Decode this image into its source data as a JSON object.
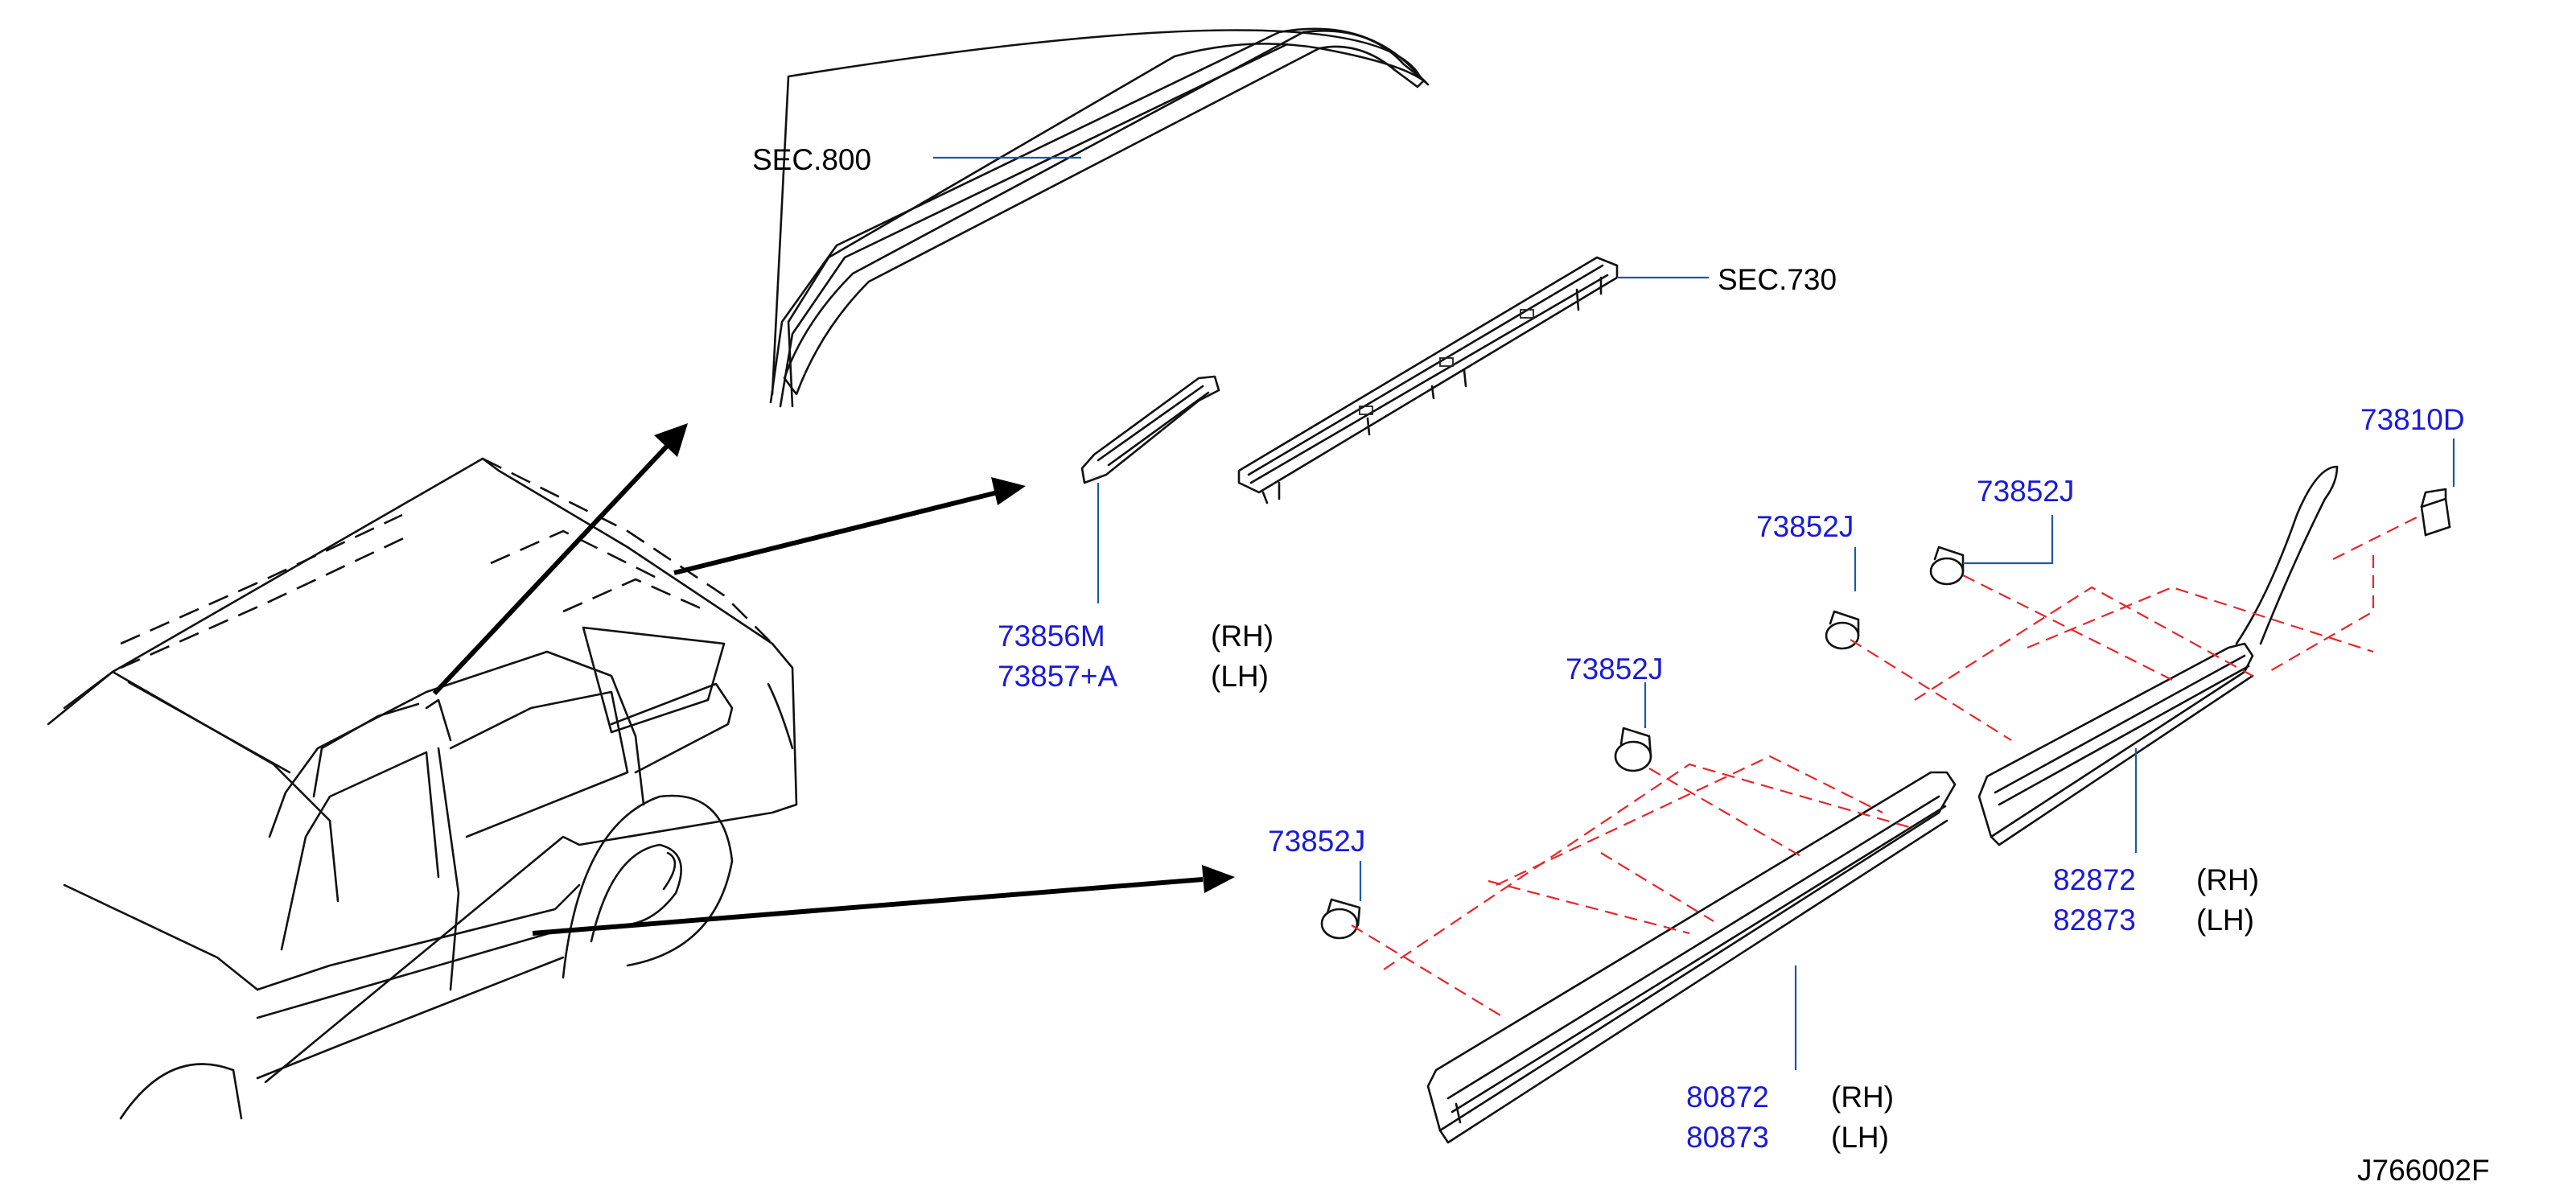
{
  "diagram_id": "J766002F",
  "section_refs": {
    "roof_rail": "SEC.800",
    "roof_rack": "SEC.730"
  },
  "parts": {
    "roof_drip_moulding": {
      "number_rh": "73856M",
      "side_rh": "(RH)",
      "number_lh": "73857+A",
      "side_lh": "(LH)"
    },
    "clip_1": {
      "number": "73852J"
    },
    "clip_2": {
      "number": "73852J"
    },
    "clip_3": {
      "number": "73852J"
    },
    "clip_4": {
      "number": "73852J"
    },
    "end_cap": {
      "number": "73810D"
    },
    "rear_door_moulding": {
      "number_rh": "82872",
      "side_rh": "(RH)",
      "number_lh": "82873",
      "side_lh": "(LH)"
    },
    "front_door_moulding": {
      "number_rh": "80872",
      "side_rh": "(RH)",
      "number_lh": "80873",
      "side_lh": "(LH)"
    }
  },
  "colors": {
    "part_number": "#1a1ad8",
    "leader_line": "#1a5aa6",
    "mounting_line": "#e8262a",
    "drawing_ink": "#111111"
  }
}
